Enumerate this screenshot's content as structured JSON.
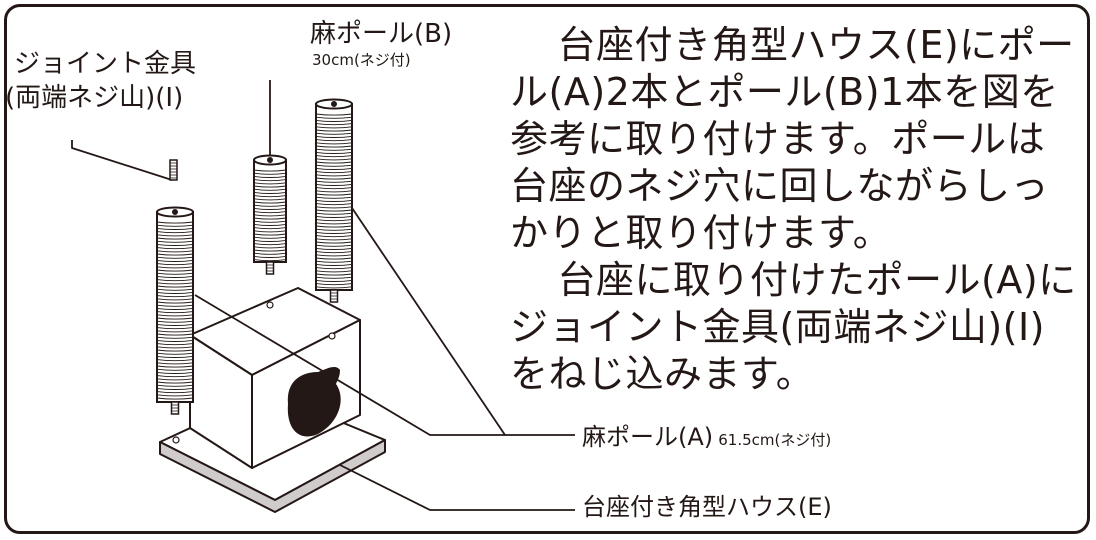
{
  "labels": {
    "joint_line1": "ジョイント金具",
    "joint_line2": "(両端ネジ山)(I)",
    "poleB_name": "麻ポール(B)",
    "poleB_spec": "30cm(ネジ付)",
    "poleA_name": "麻ポール(A)",
    "poleA_spec": "61.5cm(ネジ付)",
    "house_name": "台座付き角型ハウス(E)"
  },
  "instructions": {
    "p1": "台座付き角型ハウス(E)にポール(A)2本とポール(B)1本を図を参考に取り付けます。ポールは台座のネジ穴に回しながらしっかりと取り付けます。",
    "p2": "台座に取り付けたポール(A)にジョイント金具(両端ネジ山)(I)をねじ込みます。"
  },
  "colors": {
    "ink": "#231815",
    "paper": "#ffffff",
    "base_side": "#cfcccb",
    "cat_hole": "#231815"
  }
}
